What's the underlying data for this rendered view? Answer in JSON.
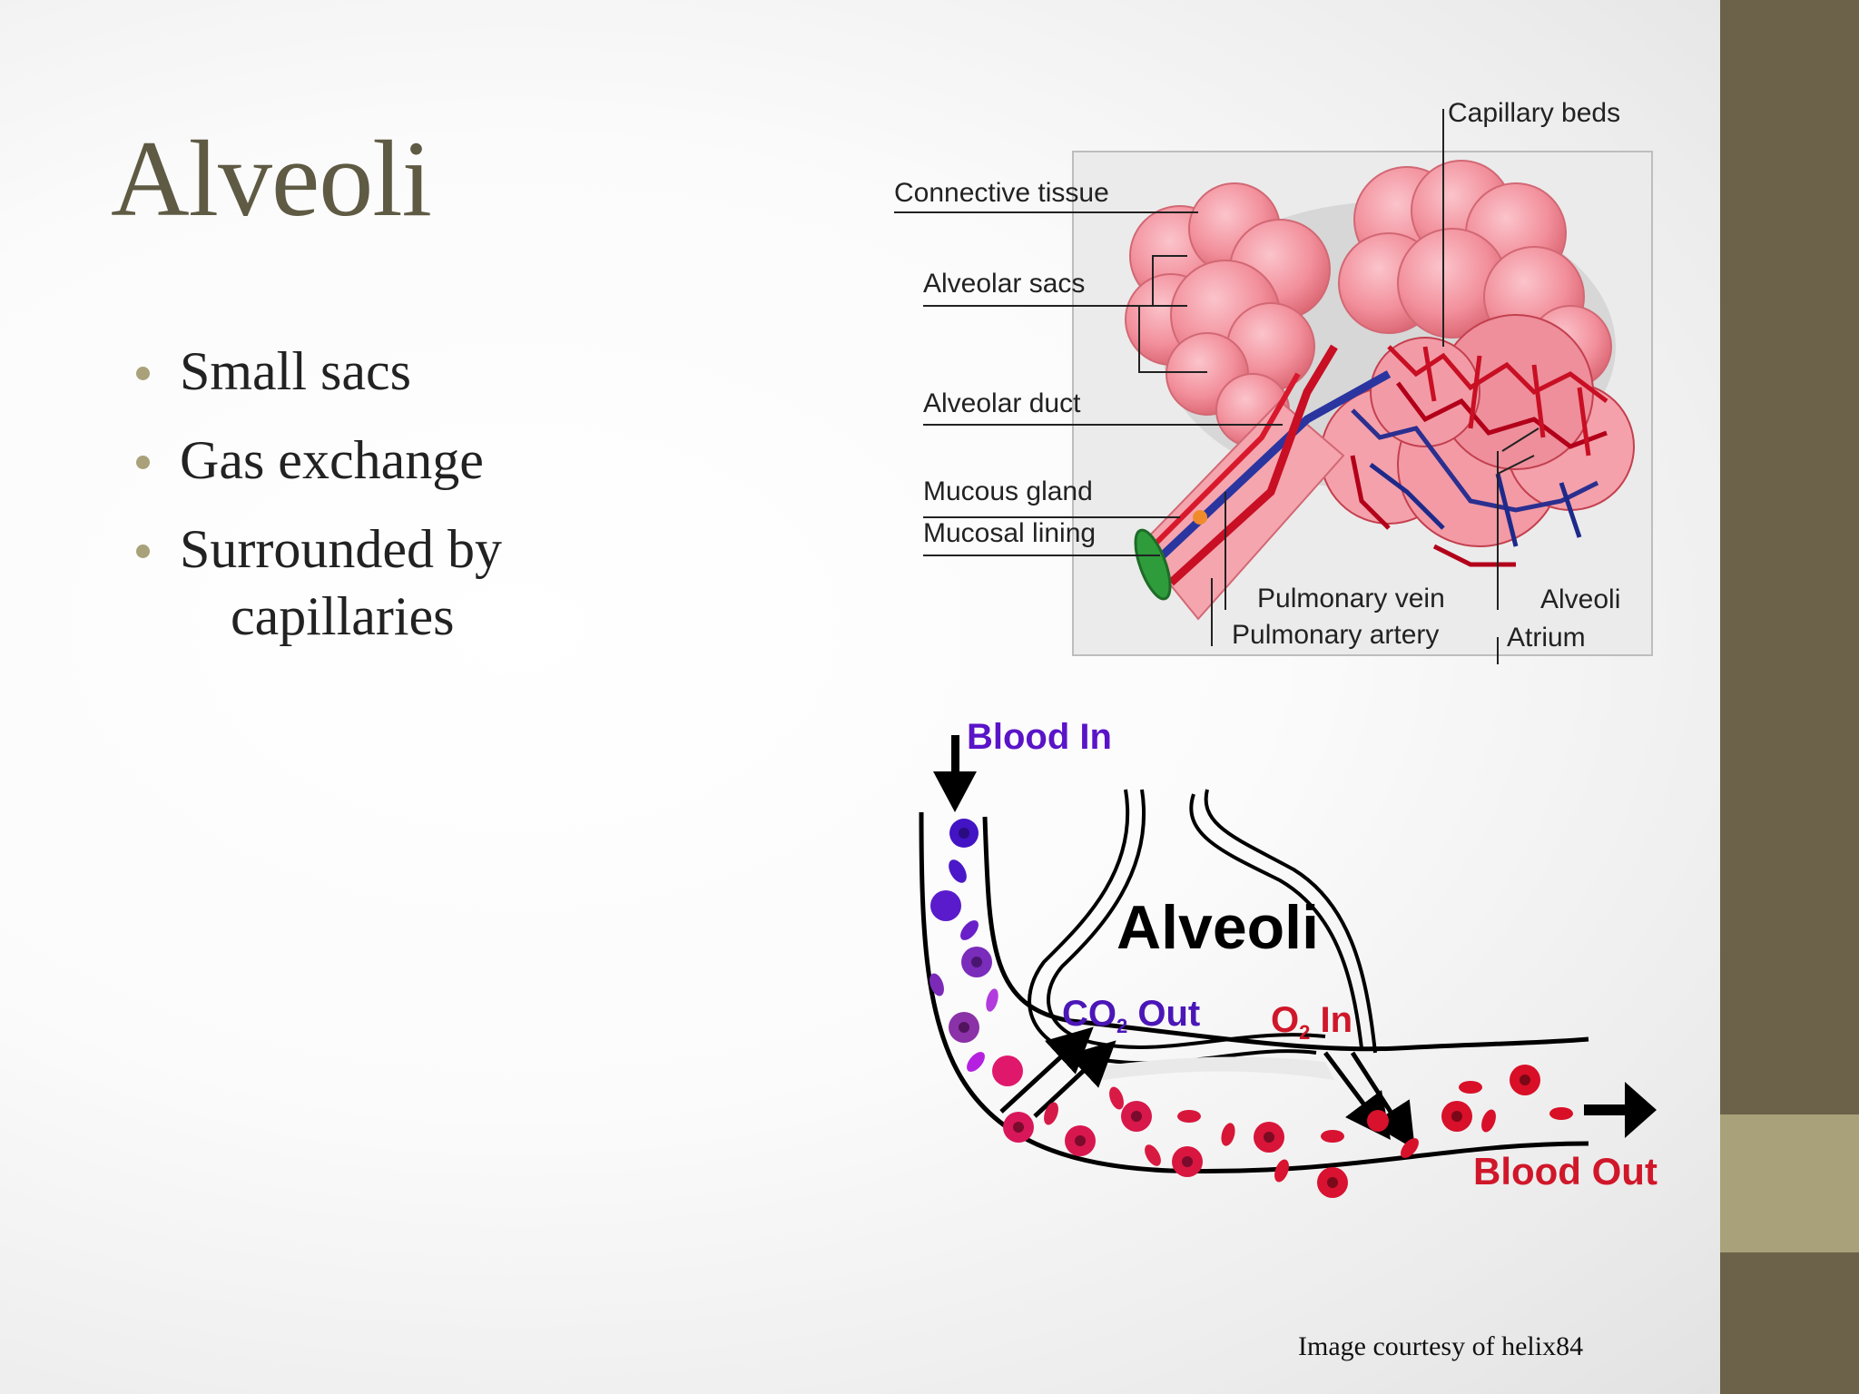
{
  "slide": {
    "title": "Alveoli",
    "bullets": [
      "Small sacs",
      "Gas exchange",
      "Surrounded by",
      "capillaries"
    ],
    "credit": "Image courtesy of helix84"
  },
  "diagram_top": {
    "labels": {
      "capillary_beds": "Capillary beds",
      "connective_tissue": "Connective tissue",
      "alveolar_sacs": "Alveolar sacs",
      "alveolar_duct": "Alveolar duct",
      "mucous_gland": "Mucous gland",
      "mucosal_lining": "Mucosal lining",
      "pulmonary_vein": "Pulmonary vein",
      "pulmonary_artery": "Pulmonary artery",
      "alveoli": "Alveoli",
      "atrium": "Atrium"
    }
  },
  "diagram_bottom": {
    "blood_in": "Blood In",
    "alveoli": "Alveoli",
    "co2_main": "CO",
    "co2_sub": "2",
    "co2_suffix": " Out",
    "o2_main": "O",
    "o2_sub": "2",
    "o2_suffix": " In",
    "blood_out": "Blood Out"
  },
  "colors": {
    "title": "#5f5a43",
    "sidebar": "#6b6249",
    "sidebar_accent": "#a8a17a",
    "deoxygenated": "#5a14c8",
    "oxygenated": "#d0172a",
    "tissue_pink": "#f08a96"
  }
}
